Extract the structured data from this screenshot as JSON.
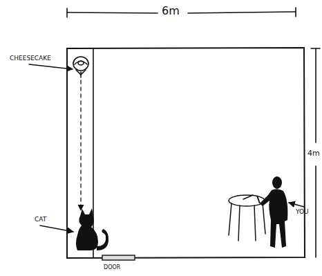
{
  "diagram": {
    "labels": [
      "6m",
      "4m",
      "CHEESECAKE",
      "CAT",
      "DOOR",
      "YOU"
    ]
  }
}
